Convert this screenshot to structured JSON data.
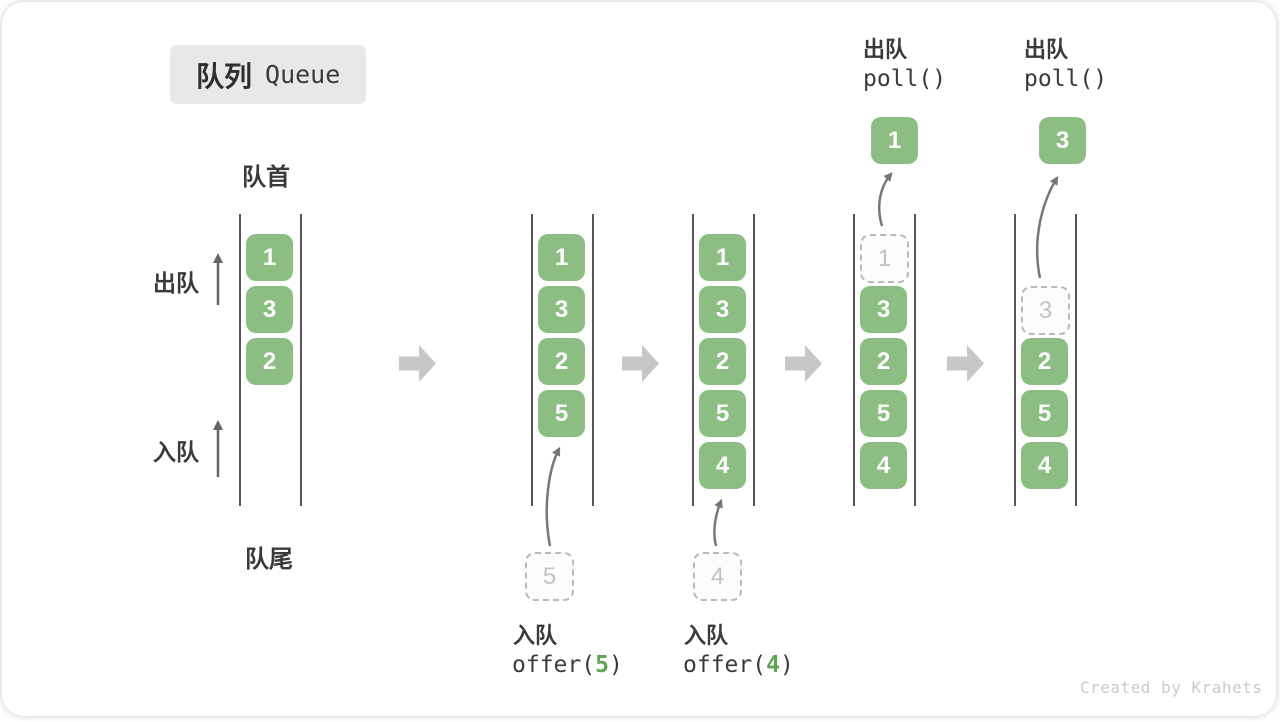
{
  "title": {
    "zh": "队列",
    "en": "Queue"
  },
  "side_labels": {
    "front": "队首",
    "rear": "队尾",
    "dequeue": "出队",
    "enqueue": "入队"
  },
  "colors": {
    "box_green": "#8CBE84",
    "code_arg_green": "#5FA455",
    "wall_gray": "#575757",
    "flow_arrow_gray": "#C7C7C7",
    "curve_arrow_gray": "#777777",
    "dashed_border": "#B9B9B9",
    "dashed_text": "#C2C2C2",
    "text_dark": "#3A3A3A",
    "badge_bg": "#E8E8E8",
    "watermark_gray": "#CACACA"
  },
  "queues": [
    {
      "name": "queue-state-1",
      "slots": [
        {
          "value": "1",
          "state": "filled"
        },
        {
          "value": "3",
          "state": "filled"
        },
        {
          "value": "2",
          "state": "filled"
        }
      ]
    },
    {
      "name": "queue-state-2",
      "slots": [
        {
          "value": "1",
          "state": "filled"
        },
        {
          "value": "3",
          "state": "filled"
        },
        {
          "value": "2",
          "state": "filled"
        },
        {
          "value": "5",
          "state": "filled"
        }
      ]
    },
    {
      "name": "queue-state-3",
      "slots": [
        {
          "value": "1",
          "state": "filled"
        },
        {
          "value": "3",
          "state": "filled"
        },
        {
          "value": "2",
          "state": "filled"
        },
        {
          "value": "5",
          "state": "filled"
        },
        {
          "value": "4",
          "state": "filled"
        }
      ]
    },
    {
      "name": "queue-state-4",
      "slots": [
        {
          "value": "1",
          "state": "dashed"
        },
        {
          "value": "3",
          "state": "filled"
        },
        {
          "value": "2",
          "state": "filled"
        },
        {
          "value": "5",
          "state": "filled"
        },
        {
          "value": "4",
          "state": "filled"
        }
      ]
    },
    {
      "name": "queue-state-5",
      "slots": [
        {
          "value": "",
          "state": "empty"
        },
        {
          "value": "3",
          "state": "dashed"
        },
        {
          "value": "2",
          "state": "filled"
        },
        {
          "value": "5",
          "state": "filled"
        },
        {
          "value": "4",
          "state": "filled"
        }
      ]
    }
  ],
  "dequeue_ops": [
    {
      "label": "出队",
      "code": "poll()",
      "value": "1"
    },
    {
      "label": "出队",
      "code": "poll()",
      "value": "3"
    }
  ],
  "enqueue_ops": [
    {
      "label": "入队",
      "code_prefix": "offer(",
      "arg": "5",
      "code_suffix": ")",
      "floating_value": "5"
    },
    {
      "label": "入队",
      "code_prefix": "offer(",
      "arg": "4",
      "code_suffix": ")",
      "floating_value": "4"
    }
  ],
  "watermark": "Created by Krahets"
}
